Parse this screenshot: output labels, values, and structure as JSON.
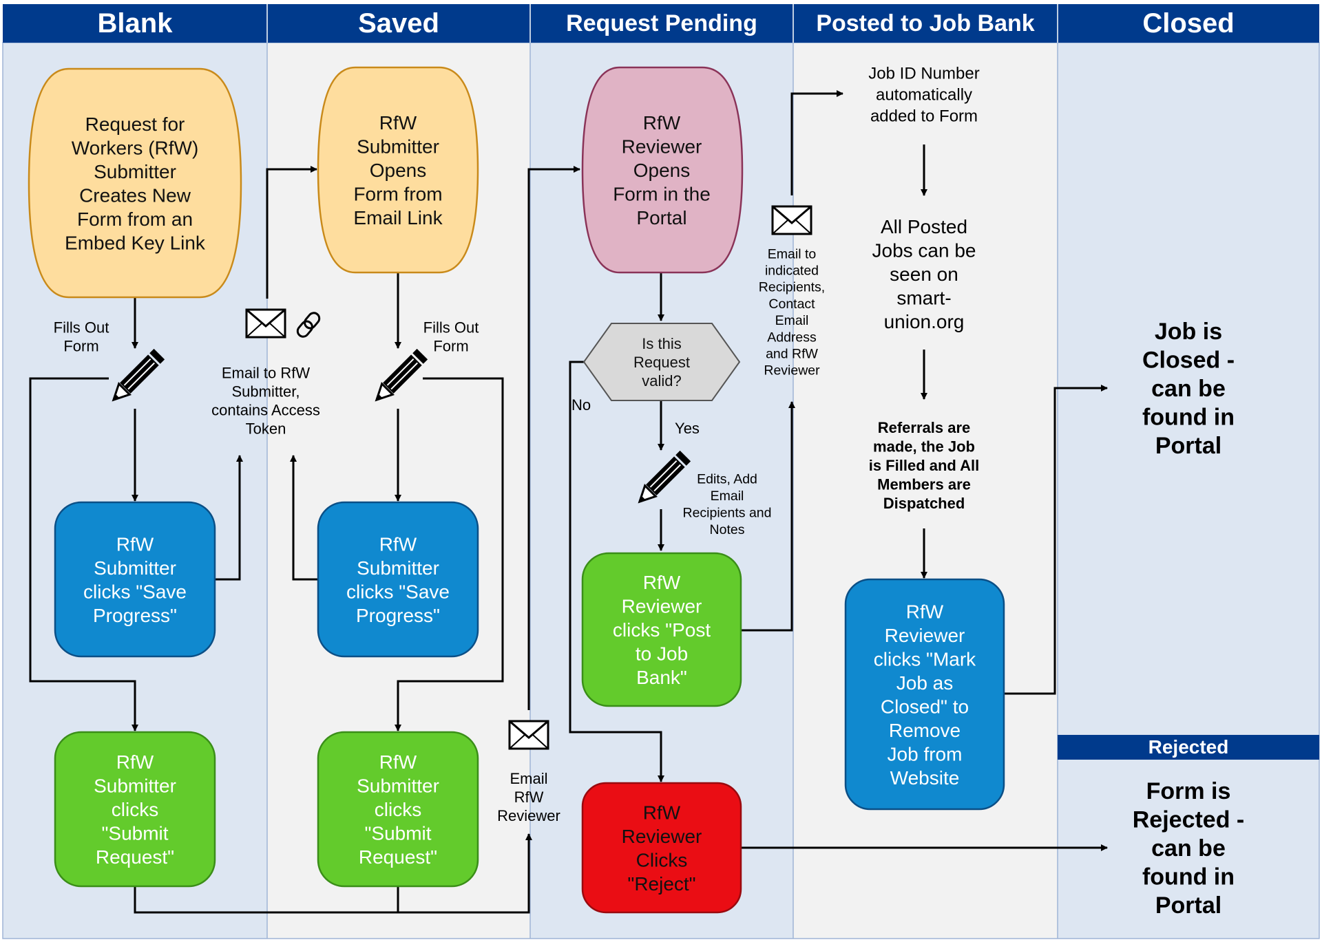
{
  "lanes": [
    {
      "title": "Blank"
    },
    {
      "title": "Saved"
    },
    {
      "title": "Request Pending"
    },
    {
      "title": "Posted to Job Bank"
    },
    {
      "title": "Closed"
    }
  ],
  "rejected_header": "Rejected",
  "nodes": {
    "blank_start": [
      "Request for",
      "Workers (RfW)",
      "Submitter",
      "Creates New",
      "Form from an",
      "Embed Key Link"
    ],
    "blank_save": [
      "RfW",
      "Submitter",
      "clicks \"Save",
      "Progress\""
    ],
    "blank_submit": [
      "RfW",
      "Submitter",
      "clicks",
      "\"Submit",
      "Request\""
    ],
    "saved_open": [
      "RfW",
      "Submitter",
      "Opens",
      "Form from",
      "Email Link"
    ],
    "saved_save": [
      "RfW",
      "Submitter",
      "clicks \"Save",
      "Progress\""
    ],
    "saved_submit": [
      "RfW",
      "Submitter",
      "clicks",
      "\"Submit",
      "Request\""
    ],
    "pending_open": [
      "RfW",
      "Reviewer",
      "Opens",
      "Form in the",
      "Portal"
    ],
    "decision": [
      "Is this",
      "Request",
      "valid?"
    ],
    "post": [
      "RfW",
      "Reviewer",
      "clicks \"Post",
      "to Job",
      "Bank\""
    ],
    "reject": [
      "RfW",
      "Reviewer",
      "Clicks",
      "\"Reject\""
    ],
    "mark_closed": [
      "RfW",
      "Reviewer",
      "clicks \"Mark",
      "Job as",
      "Closed\" to",
      "Remove",
      "Job from",
      "Website"
    ]
  },
  "notes": {
    "fills_out_1": [
      "Fills Out",
      "Form"
    ],
    "fills_out_2": [
      "Fills Out",
      "Form"
    ],
    "email_submitter": [
      "Email to RfW",
      "Submitter,",
      "contains Access",
      "Token"
    ],
    "email_reviewer": [
      "Email",
      "RfW",
      "Reviewer"
    ],
    "edits": [
      "Edits, Add",
      "Email",
      "Recipients and",
      "Notes"
    ],
    "email_recipients": [
      "Email to",
      "indicated",
      "Recipients,",
      "Contact",
      "Email",
      "Address",
      "and RfW",
      "Reviewer"
    ],
    "job_id": [
      "Job ID Number",
      "automatically",
      "added to Form"
    ],
    "all_posted": [
      "All Posted",
      "Jobs can be",
      "seen on",
      "smart-",
      "union.org"
    ],
    "referrals": [
      "Referrals are",
      "made, the Job",
      "is Filled and All",
      "Members are",
      "Dispatched"
    ],
    "closed_result": [
      "Job is",
      "Closed -",
      "can be",
      "found in",
      "Portal"
    ],
    "rejected_result": [
      "Form is",
      "Rejected -",
      "can be",
      "found in",
      "Portal"
    ],
    "no_label": "No",
    "yes_label": "Yes"
  },
  "icons": {
    "pencil": "pencil-icon",
    "envelope": "envelope-icon",
    "link": "chain-link-icon"
  },
  "colors": {
    "lane_header": "#003a8c",
    "start_orange": "#fedd9e",
    "start_orange_border": "#c98a1a",
    "reviewer_pink": "#e0b3c5",
    "reviewer_pink_border": "#8a3358",
    "action_blue": "#1089cf",
    "action_blue_border": "#0b4f86",
    "action_green": "#63cb2c",
    "action_green_border": "#3a8e18",
    "reject_red": "#ea0d14",
    "reject_red_border": "#9a0a0f",
    "decision_gray": "#d9d9d9"
  }
}
